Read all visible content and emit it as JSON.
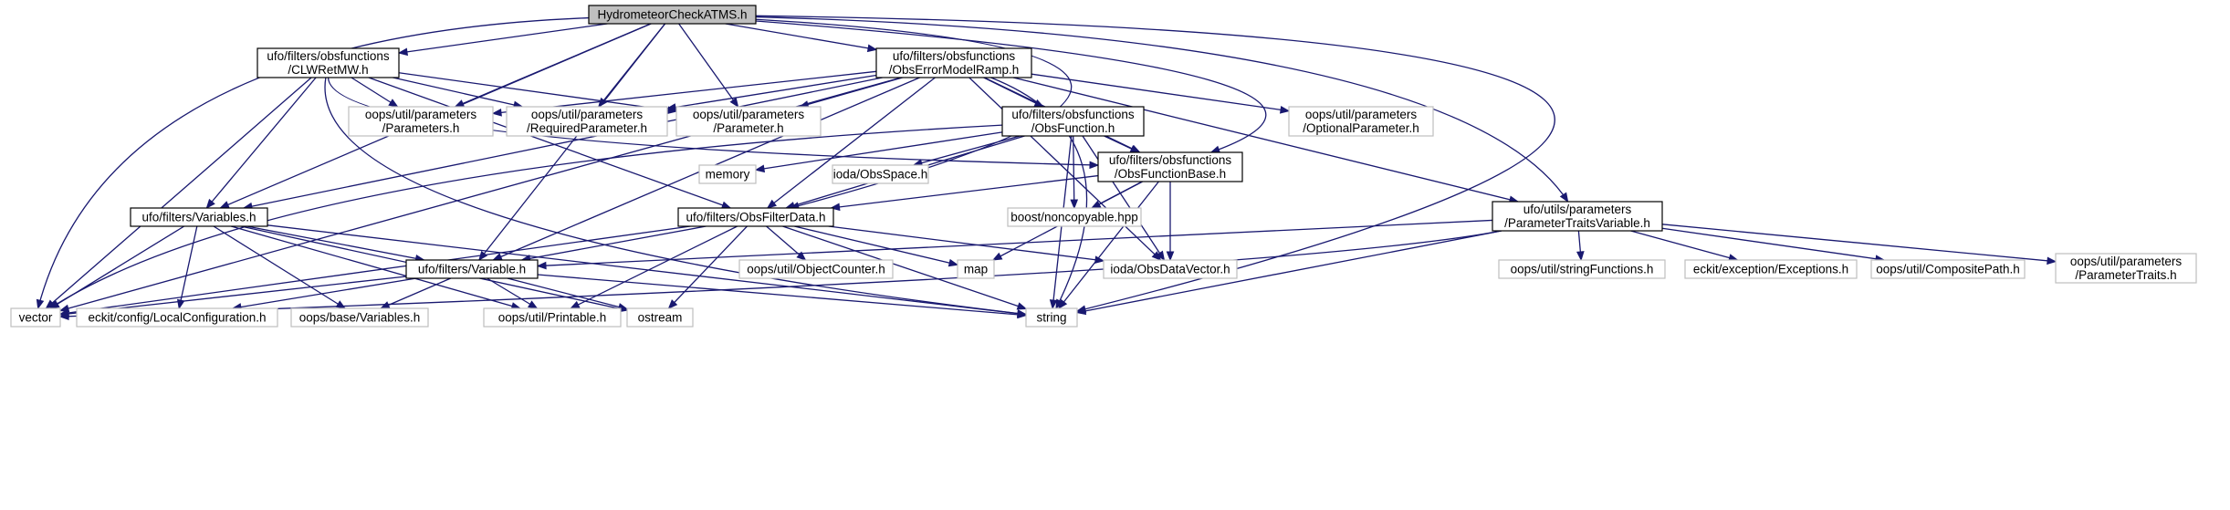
{
  "diagram": {
    "type": "dependency-graph",
    "colors": {
      "edge": "#191970",
      "main_fill": "#bfbfbf",
      "local_border": "#000000",
      "external_border": "#bfbfbf"
    },
    "nodes": [
      {
        "id": "hca",
        "kind": "main",
        "lines": [
          "HydrometeorCheckATMS.h"
        ]
      },
      {
        "id": "clw",
        "kind": "local",
        "lines": [
          "ufo/filters/obsfunctions",
          "/CLWRetMW.h"
        ]
      },
      {
        "id": "oer",
        "kind": "local",
        "lines": [
          "ufo/filters/obsfunctions",
          "/ObsErrorModelRamp.h"
        ]
      },
      {
        "id": "params",
        "kind": "external",
        "lines": [
          "oops/util/parameters",
          "/Parameters.h"
        ]
      },
      {
        "id": "reqp",
        "kind": "external",
        "lines": [
          "oops/util/parameters",
          "/RequiredParameter.h"
        ]
      },
      {
        "id": "param",
        "kind": "external",
        "lines": [
          "oops/util/parameters",
          "/Parameter.h"
        ]
      },
      {
        "id": "optp",
        "kind": "external",
        "lines": [
          "oops/util/parameters",
          "/OptionalParameter.h"
        ]
      },
      {
        "id": "obsfn",
        "kind": "local",
        "lines": [
          "ufo/filters/obsfunctions",
          "/ObsFunction.h"
        ]
      },
      {
        "id": "memory",
        "kind": "external",
        "lines": [
          "memory"
        ]
      },
      {
        "id": "obsspace",
        "kind": "external",
        "lines": [
          "ioda/ObsSpace.h"
        ]
      },
      {
        "id": "ofb",
        "kind": "local",
        "lines": [
          "ufo/filters/obsfunctions",
          "/ObsFunctionBase.h"
        ]
      },
      {
        "id": "vars",
        "kind": "local",
        "lines": [
          "ufo/filters/Variables.h"
        ]
      },
      {
        "id": "ofd",
        "kind": "local",
        "lines": [
          "ufo/filters/ObsFilterData.h"
        ]
      },
      {
        "id": "boost",
        "kind": "external",
        "lines": [
          "boost/noncopyable.hpp"
        ]
      },
      {
        "id": "ptv",
        "kind": "local",
        "lines": [
          "ufo/utils/parameters",
          "/ParameterTraitsVariable.h"
        ]
      },
      {
        "id": "var",
        "kind": "local",
        "lines": [
          "ufo/filters/Variable.h"
        ]
      },
      {
        "id": "objc",
        "kind": "external",
        "lines": [
          "oops/util/ObjectCounter.h"
        ]
      },
      {
        "id": "map",
        "kind": "external",
        "lines": [
          "map"
        ]
      },
      {
        "id": "odv",
        "kind": "external",
        "lines": [
          "ioda/ObsDataVector.h"
        ]
      },
      {
        "id": "strf",
        "kind": "external",
        "lines": [
          "oops/util/stringFunctions.h"
        ]
      },
      {
        "id": "exc",
        "kind": "external",
        "lines": [
          "eckit/exception/Exceptions.h"
        ]
      },
      {
        "id": "cpath",
        "kind": "external",
        "lines": [
          "oops/util/CompositePath.h"
        ]
      },
      {
        "id": "ptraits",
        "kind": "external",
        "lines": [
          "oops/util/parameters",
          "/ParameterTraits.h"
        ]
      },
      {
        "id": "vector",
        "kind": "external",
        "lines": [
          "vector"
        ]
      },
      {
        "id": "lconf",
        "kind": "external",
        "lines": [
          "eckit/config/LocalConfiguration.h"
        ]
      },
      {
        "id": "obv",
        "kind": "external",
        "lines": [
          "oops/base/Variables.h"
        ]
      },
      {
        "id": "printable",
        "kind": "external",
        "lines": [
          "oops/util/Printable.h"
        ]
      },
      {
        "id": "ostream",
        "kind": "external",
        "lines": [
          "ostream"
        ]
      },
      {
        "id": "string",
        "kind": "external",
        "lines": [
          "string"
        ]
      }
    ]
  }
}
